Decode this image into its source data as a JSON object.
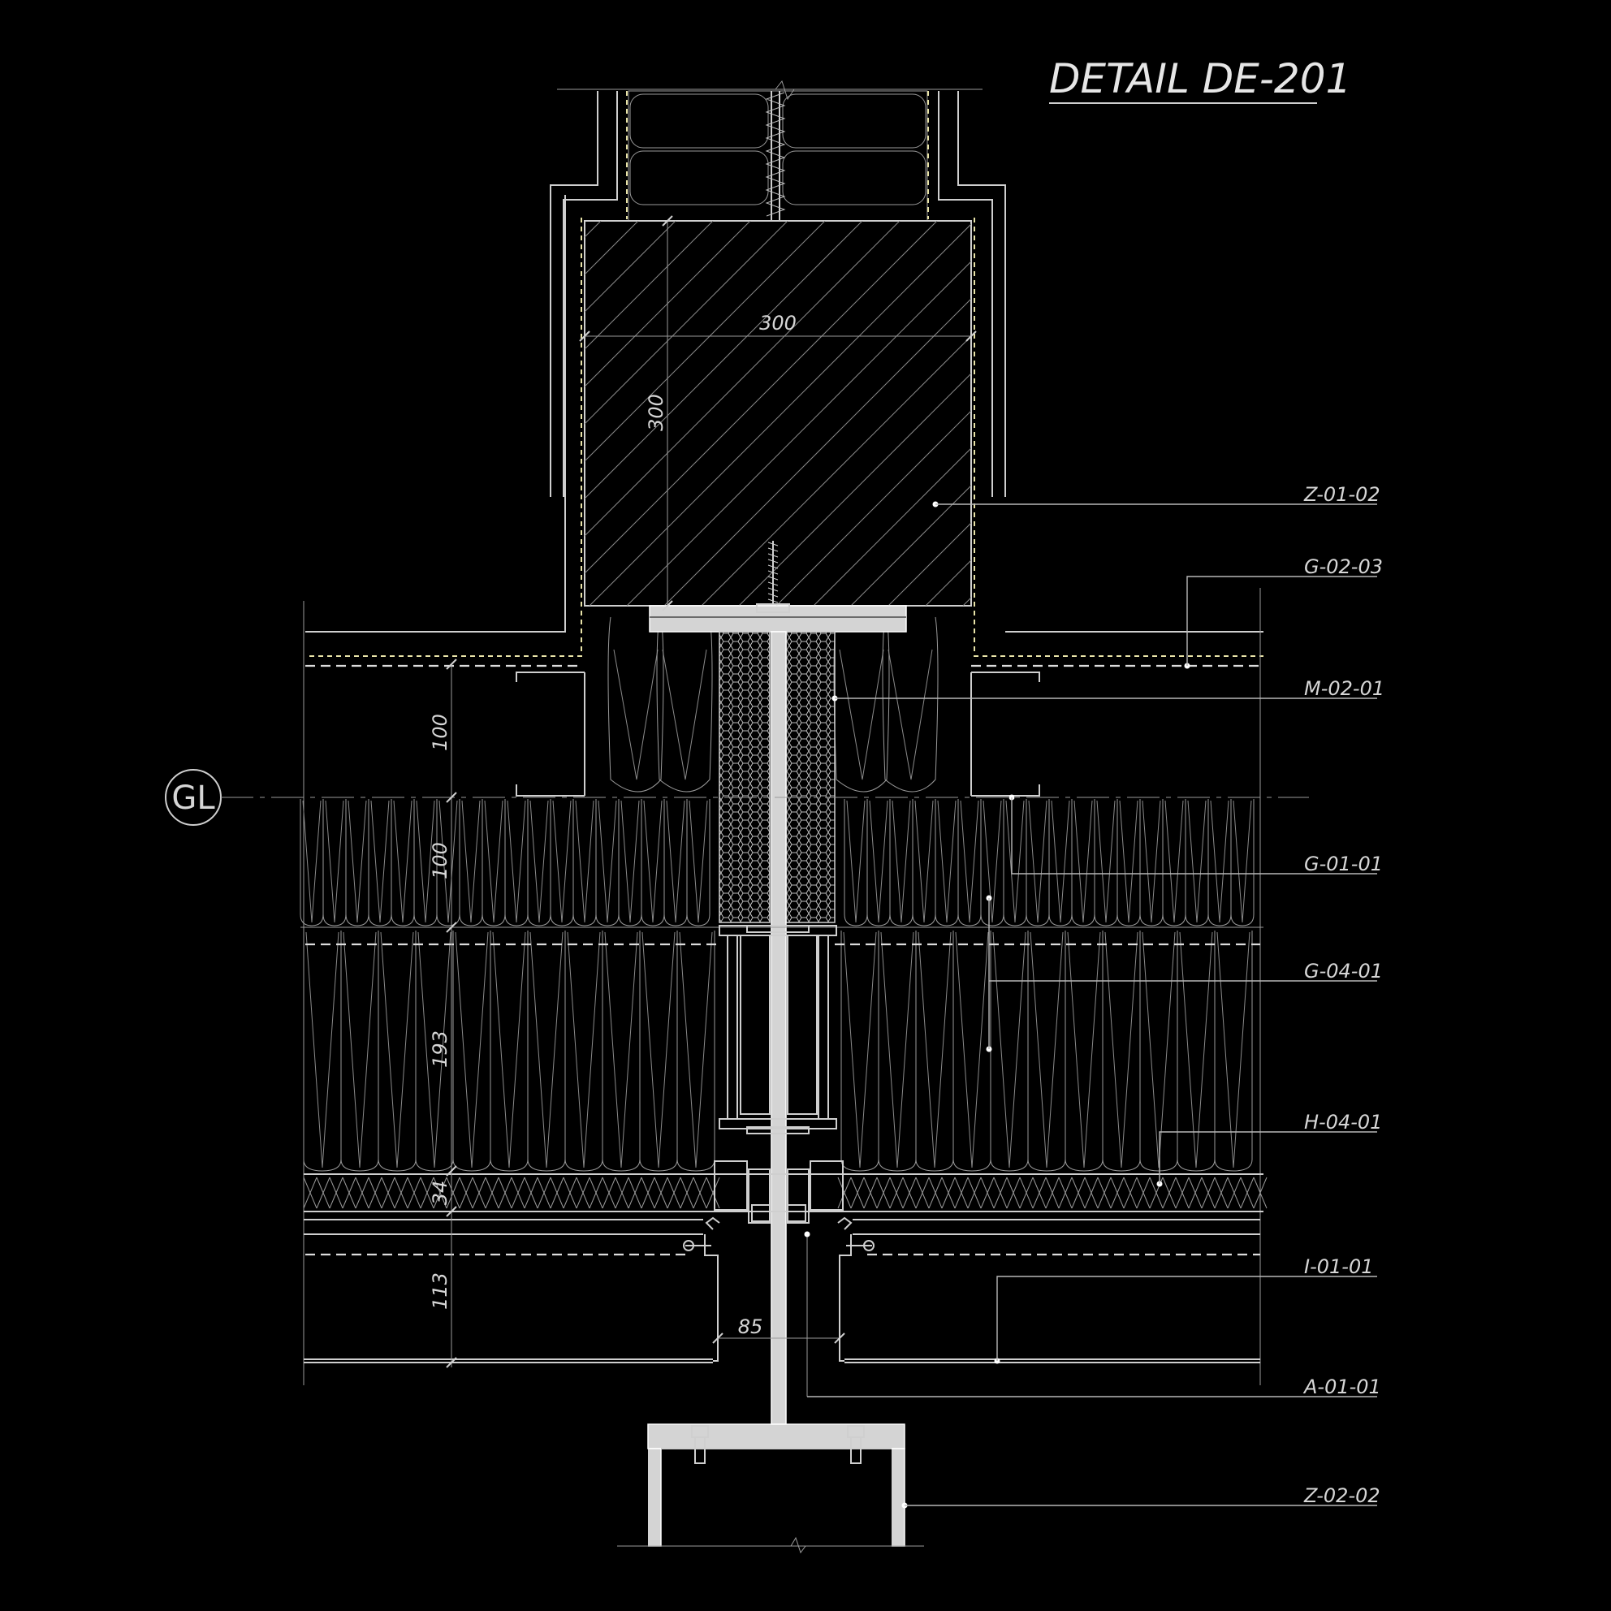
{
  "title": "DETAIL DE-201",
  "grid_marker": {
    "label": "GL"
  },
  "dimensions": {
    "concrete_width": "300",
    "concrete_height": "300",
    "upper_wall": "100",
    "lower_wall": "100",
    "insulation": "193",
    "board": "34",
    "ceiling": "113",
    "web_gap": "85"
  },
  "labels": [
    {
      "code": "Z-01-02"
    },
    {
      "code": "G-02-03"
    },
    {
      "code": "M-02-01"
    },
    {
      "code": "G-01-01"
    },
    {
      "code": "G-04-01"
    },
    {
      "code": "H-04-01"
    },
    {
      "code": "I-01-01"
    },
    {
      "code": "A-01-01"
    },
    {
      "code": "Z-02-02"
    }
  ],
  "colors": {
    "background": "#000000",
    "linework": "#d0d0d0",
    "waterproofing": "#e8e3a8"
  }
}
